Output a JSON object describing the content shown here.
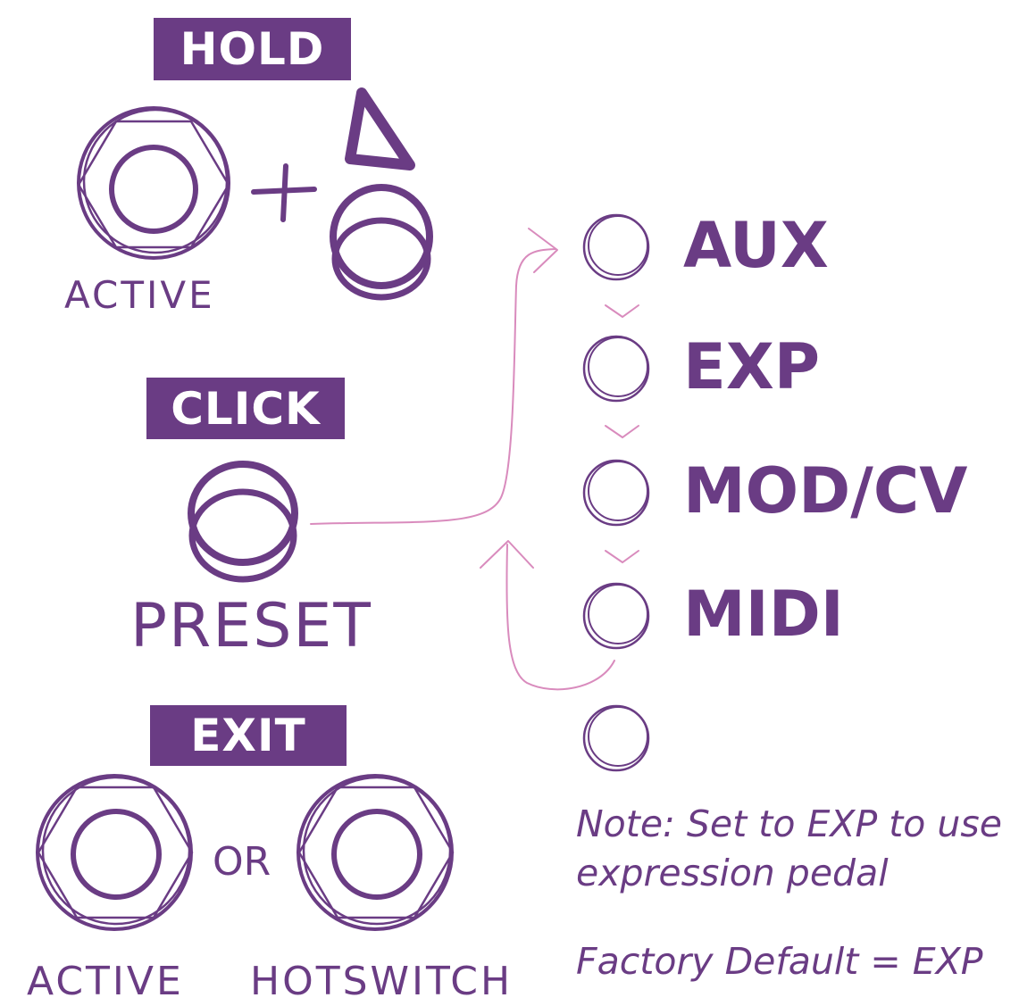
{
  "colors": {
    "purple": "#6a3c84",
    "pink": "#d98bbd",
    "white": "#ffffff"
  },
  "steps": {
    "hold": {
      "badge": "HOLD",
      "knob_label": "ACTIVE",
      "plus": "+",
      "icon": "delta-icon"
    },
    "click": {
      "badge": "CLICK",
      "knob_label": "PRESET"
    },
    "exit": {
      "badge": "EXIT",
      "left_label": "ACTIVE",
      "or_label": "OR",
      "right_label": "HOTSWITCH"
    }
  },
  "options": [
    {
      "label": "AUX"
    },
    {
      "label": "EXP"
    },
    {
      "label": "MOD/CV"
    },
    {
      "label": "MIDI"
    },
    {
      "label": ""
    }
  ],
  "notes": {
    "line1": "Note: Set to EXP to use",
    "line2": "expression pedal",
    "factory_default": "Factory Default = EXP"
  }
}
